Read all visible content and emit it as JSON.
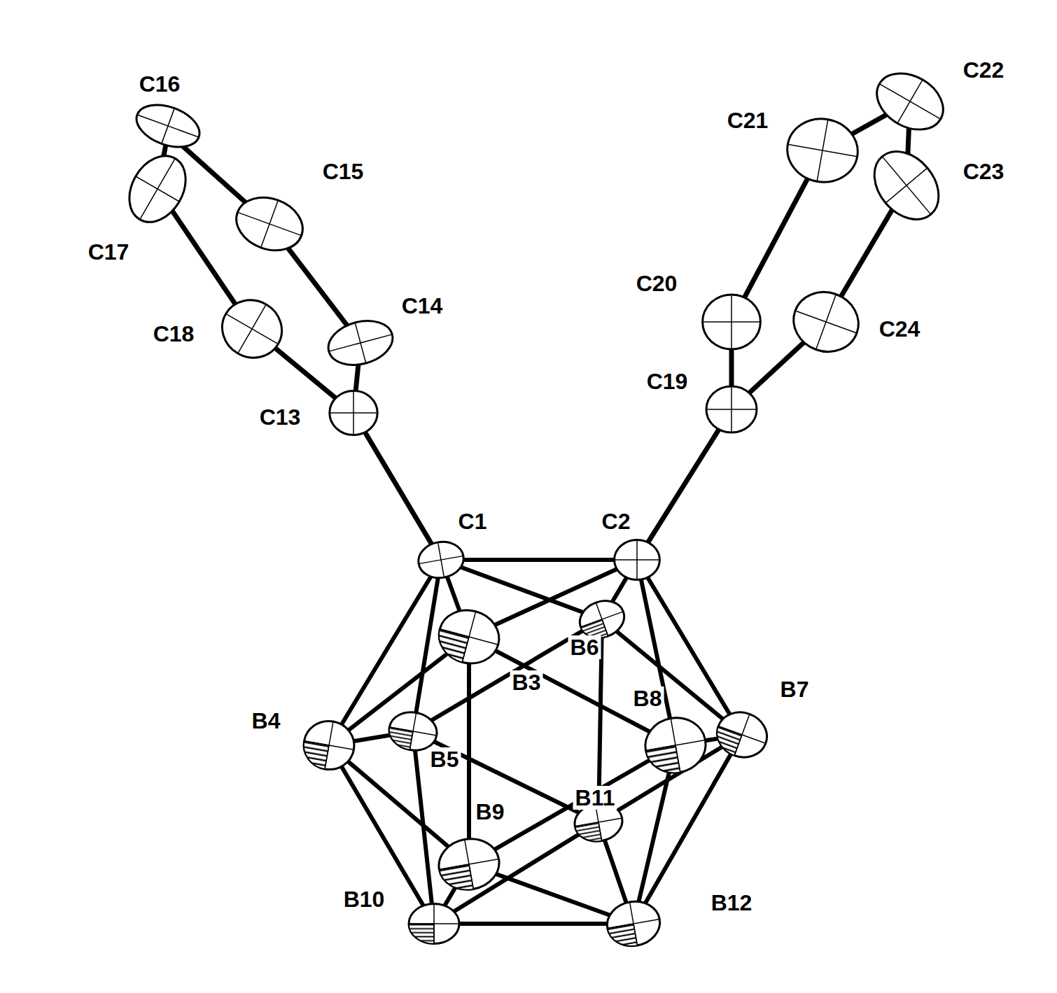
{
  "diagram": {
    "labels": [
      "C16",
      "C22",
      "C21",
      "C23",
      "C15",
      "C17",
      "C20",
      "C14",
      "C24",
      "C18",
      "C19",
      "C13",
      "C1",
      "C2",
      "B6",
      "B3",
      "B8",
      "B7",
      "B4",
      "B5",
      "B9",
      "B11",
      "B10",
      "B12"
    ]
  }
}
